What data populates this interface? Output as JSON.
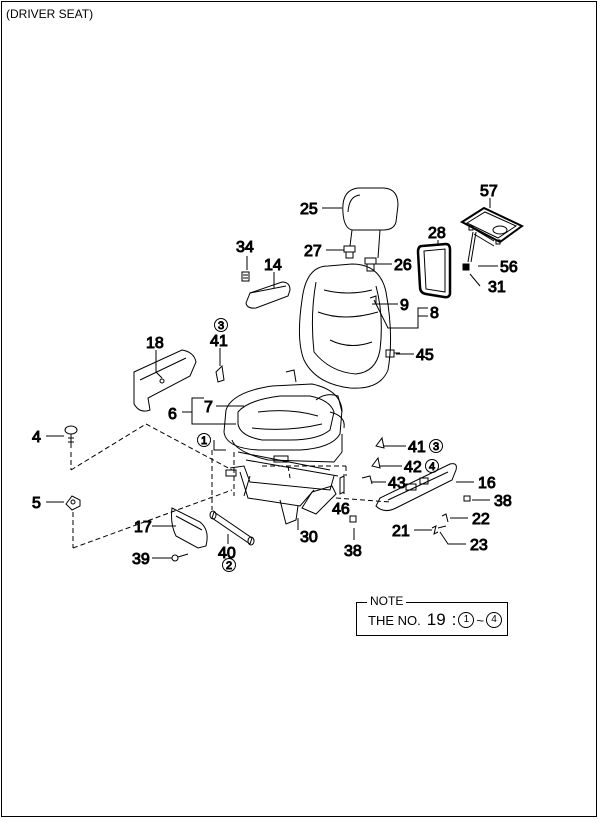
{
  "caption": "(DRIVER SEAT)",
  "callouts": {
    "p1": "1",
    "p2": "2",
    "p3": "3",
    "p4": "4",
    "n4": "4",
    "n5": "5",
    "n6": "6",
    "n7": "7",
    "n8": "8",
    "n9": "9",
    "n14": "14",
    "n16": "16",
    "n17": "17",
    "n18": "18",
    "n21": "21",
    "n22": "22",
    "n23": "23",
    "n25": "25",
    "n26": "26",
    "n27": "27",
    "n28": "28",
    "n30": "30",
    "n31": "31",
    "n34": "34",
    "n38a": "38",
    "n38b": "38",
    "n39": "39",
    "n40": "40",
    "n41a": "41",
    "n41b": "41",
    "n42": "42",
    "n43": "43",
    "n45": "45",
    "n46": "46",
    "n56": "56",
    "n57": "57"
  },
  "note": {
    "title": "NOTE",
    "prefix": "THE NO.",
    "number": "19",
    "colon": ":",
    "range_start": "1",
    "tilde": "~",
    "range_end": "4"
  }
}
